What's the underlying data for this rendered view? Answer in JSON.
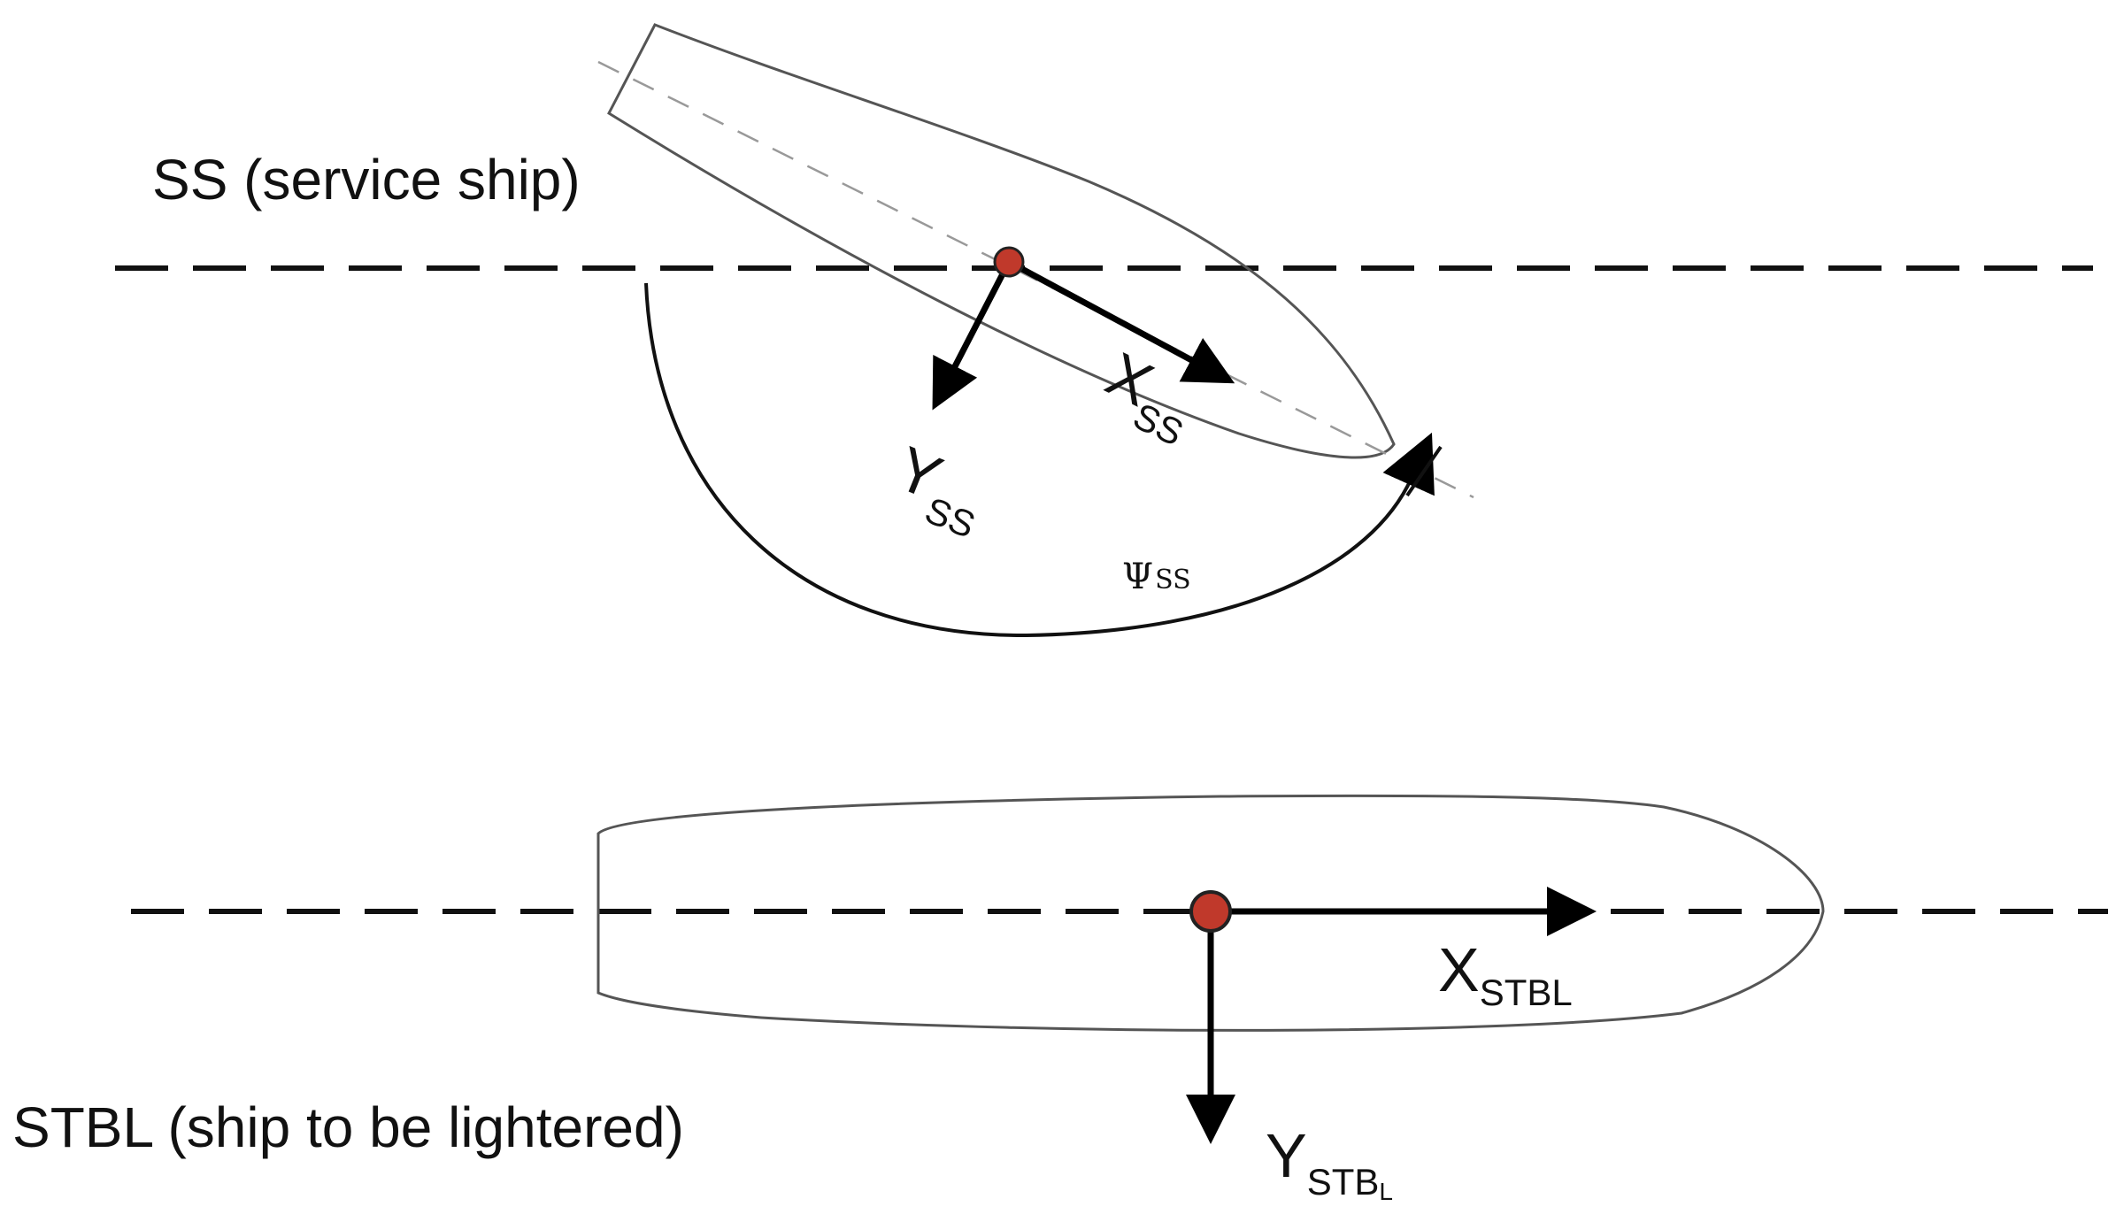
{
  "ships": {
    "ss": {
      "label": "SS (service ship)",
      "x_axis": {
        "main": "X",
        "sub": "SS"
      },
      "y_axis": {
        "main": "Y",
        "sub": "SS"
      },
      "heading": {
        "symbol": "Ψ",
        "sub": "SS"
      }
    },
    "stbl": {
      "label": "STBL (ship to be lightered)",
      "x_axis": {
        "main": "X",
        "sub": "STBL"
      },
      "y_axis": {
        "main": "Y",
        "sub": "STB",
        "sub2": "L"
      }
    }
  },
  "colors": {
    "hull_outline": "#555555",
    "centerline": "#999999",
    "reference_line": "#111111",
    "origin_marker": "#c0392b",
    "arrow": "#000000"
  }
}
